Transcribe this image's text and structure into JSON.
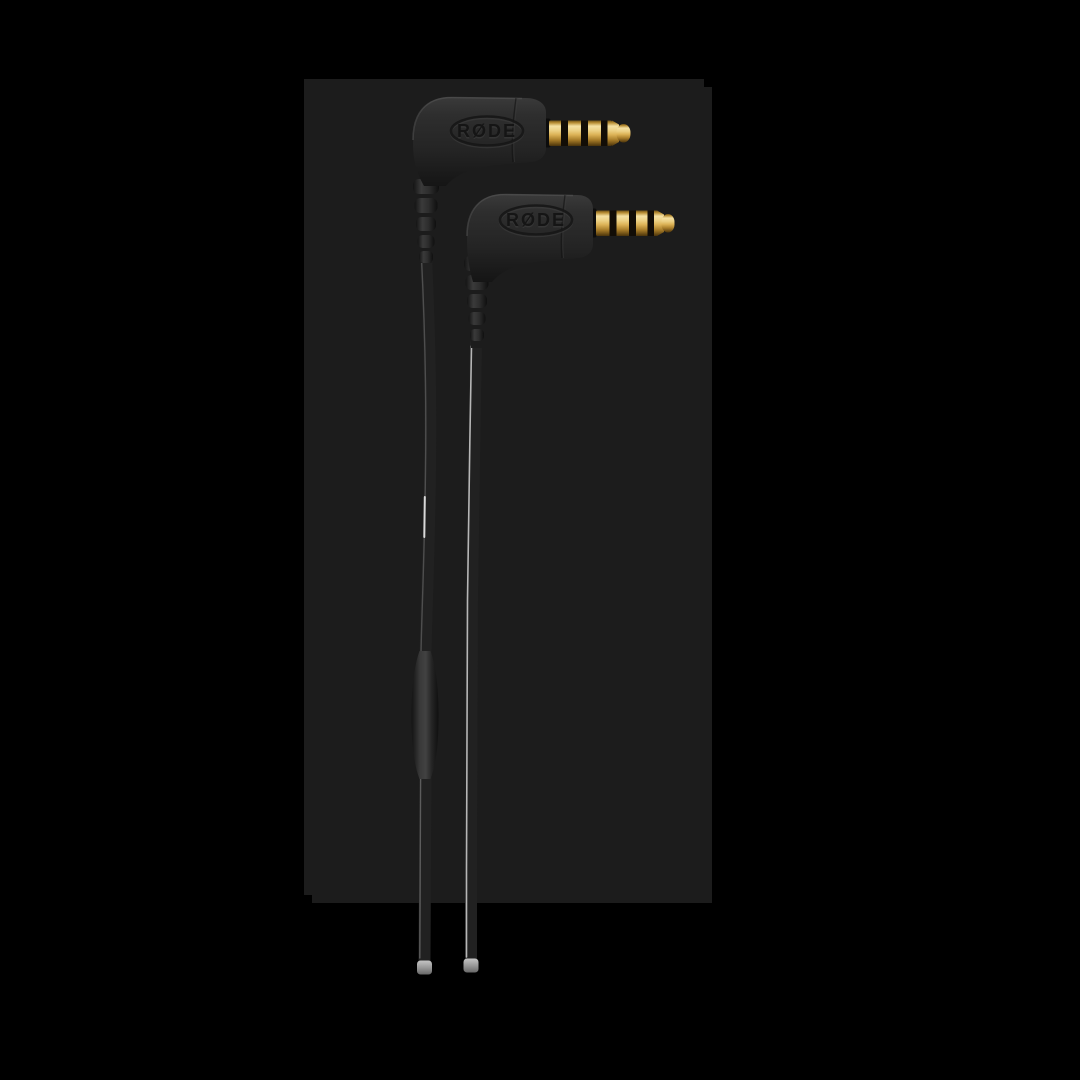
{
  "theme": {
    "colors": {
      "page-bg": "#000000",
      "panel-bg": "#1c1c1c",
      "plastic": "#2a2a2a",
      "plastic-shadow": "#141414",
      "plastic-highlight": "#5a5a5a",
      "gold-bright": "#f4e0a2",
      "gold-mid": "#dcb256",
      "gold-deep": "#8a6523",
      "ring-dark": "#120d06",
      "cable": "#212121",
      "cable-highlight": "#d0d0d0",
      "cable-tip": "#979797"
    }
  },
  "product": {
    "connectors": [
      {
        "id": "top-connector",
        "logo_text": "RØDE"
      },
      {
        "id": "bottom-connector",
        "logo_text": "RØDE"
      }
    ]
  }
}
